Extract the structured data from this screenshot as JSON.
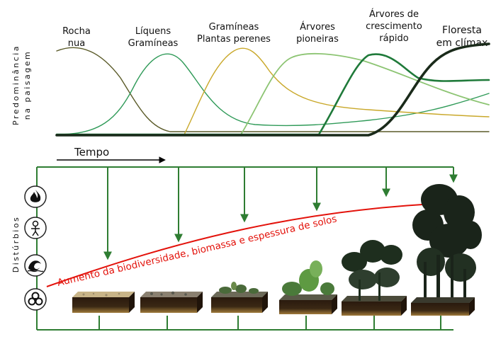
{
  "stages": [
    {
      "label_lines": [
        "Rocha",
        "nua"
      ],
      "color": "#5a5a28"
    },
    {
      "label_lines": [
        "Líquens",
        "Gramíneas"
      ],
      "color": "#2f9a58"
    },
    {
      "label_lines": [
        "Gramíneas",
        "Plantas perenes"
      ],
      "color": "#c9a82a"
    },
    {
      "label_lines": [
        "Árvores",
        "pioneiras"
      ],
      "color": "#8cc472"
    },
    {
      "label_lines": [
        "Árvores de",
        "crescimento",
        "rápido"
      ],
      "color": "#1f7a3a"
    },
    {
      "label_lines": [
        "Floresta",
        "em clímax"
      ],
      "color": "#1a2a1a"
    }
  ],
  "y_axis_label_lines": [
    "Predominância",
    "na paisagem"
  ],
  "time_label": "Tempo",
  "disturbance_label": "Distúrbios",
  "disturbances": [
    {
      "icon": "fire-icon"
    },
    {
      "icon": "person-icon"
    },
    {
      "icon": "wave-icon"
    },
    {
      "icon": "biohazard-icon"
    }
  ],
  "trend_label": "Aumento da biodiversidade, biomassa e espessura de solos",
  "colors": {
    "frame": "#2e7d32",
    "trend": "#e3120b",
    "soil": "#1f140c"
  }
}
